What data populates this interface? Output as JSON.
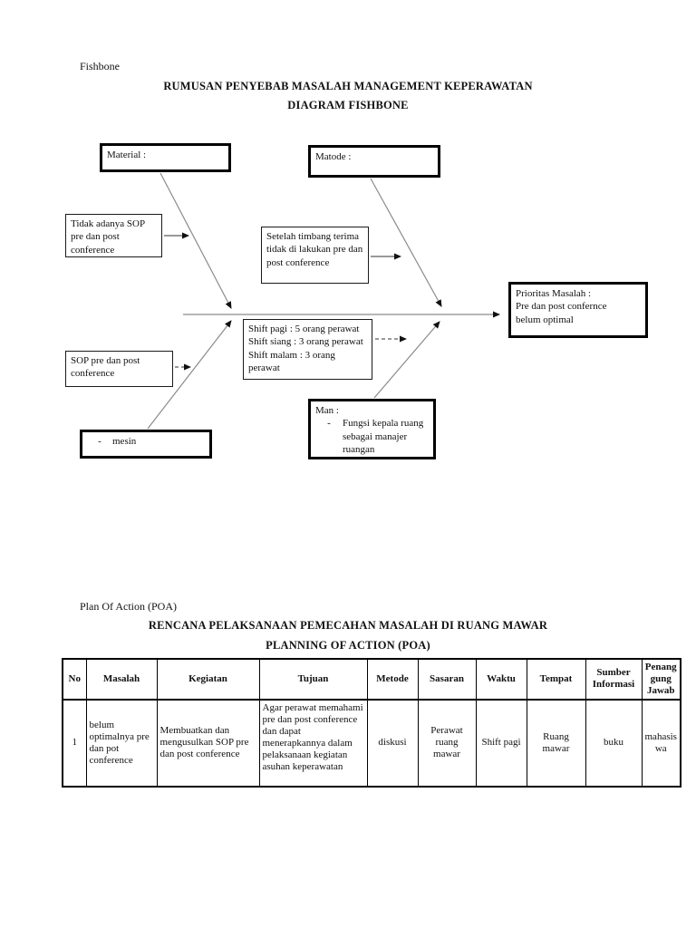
{
  "colors": {
    "background": "#ffffff",
    "text": "#111111",
    "border": "#000000"
  },
  "fishbone": {
    "corner_label": "Fishbone",
    "title1": "RUMUSAN PENYEBAB MASALAH MANAGEMENT KEPERAWATAN",
    "title2": "DIAGRAM FISHBONE",
    "material_label": "Material :",
    "matode_label": "Matode :",
    "tidak_sop_text": "Tidak adanya SOP pre dan post conference",
    "setelah_text": "Setelah timbang terima tidak di lakukan pre dan post conference",
    "prioritas_lines": [
      "Prioritas Masalah :",
      "Pre dan post confernce",
      "belum optimal"
    ],
    "shift_lines": [
      "Shift pagi : 5 orang perawat",
      "Shift siang : 3 orang perawat",
      "Shift malam : 3 orang perawat"
    ],
    "sop_text": "SOP pre dan post conference",
    "mesin_bullet": "-",
    "mesin_label": "mesin",
    "man_title": "Man :",
    "man_bullet": "-",
    "man_item": "Fungsi kepala ruang sebagai manajer ruangan"
  },
  "poa": {
    "corner_label": "Plan Of Action (POA)",
    "title1": "RENCANA PELAKSANAAN PEMECAHAN MASALAH DI RUANG MAWAR",
    "title2": "PLANNING OF ACTION (POA)",
    "table": {
      "headers": [
        "No",
        "Masalah",
        "Kegiatan",
        "Tujuan",
        "Metode",
        "Sasaran",
        "Waktu",
        "Tempat",
        "Sumber Informasi",
        "Penang gung Jawab"
      ],
      "rows": [
        [
          "1",
          "belum optimalnya pre dan pot conference",
          "Membuatkan dan mengusulkan SOP pre dan post conference",
          "Agar perawat memahami pre dan post conference dan dapat menerapkannya dalam pelaksanaan kegiatan asuhan keperawatan",
          "diskusi",
          "Perawat ruang mawar",
          "Shift pagi",
          "Ruang mawar",
          "buku",
          "mahasis wa"
        ]
      ]
    }
  }
}
